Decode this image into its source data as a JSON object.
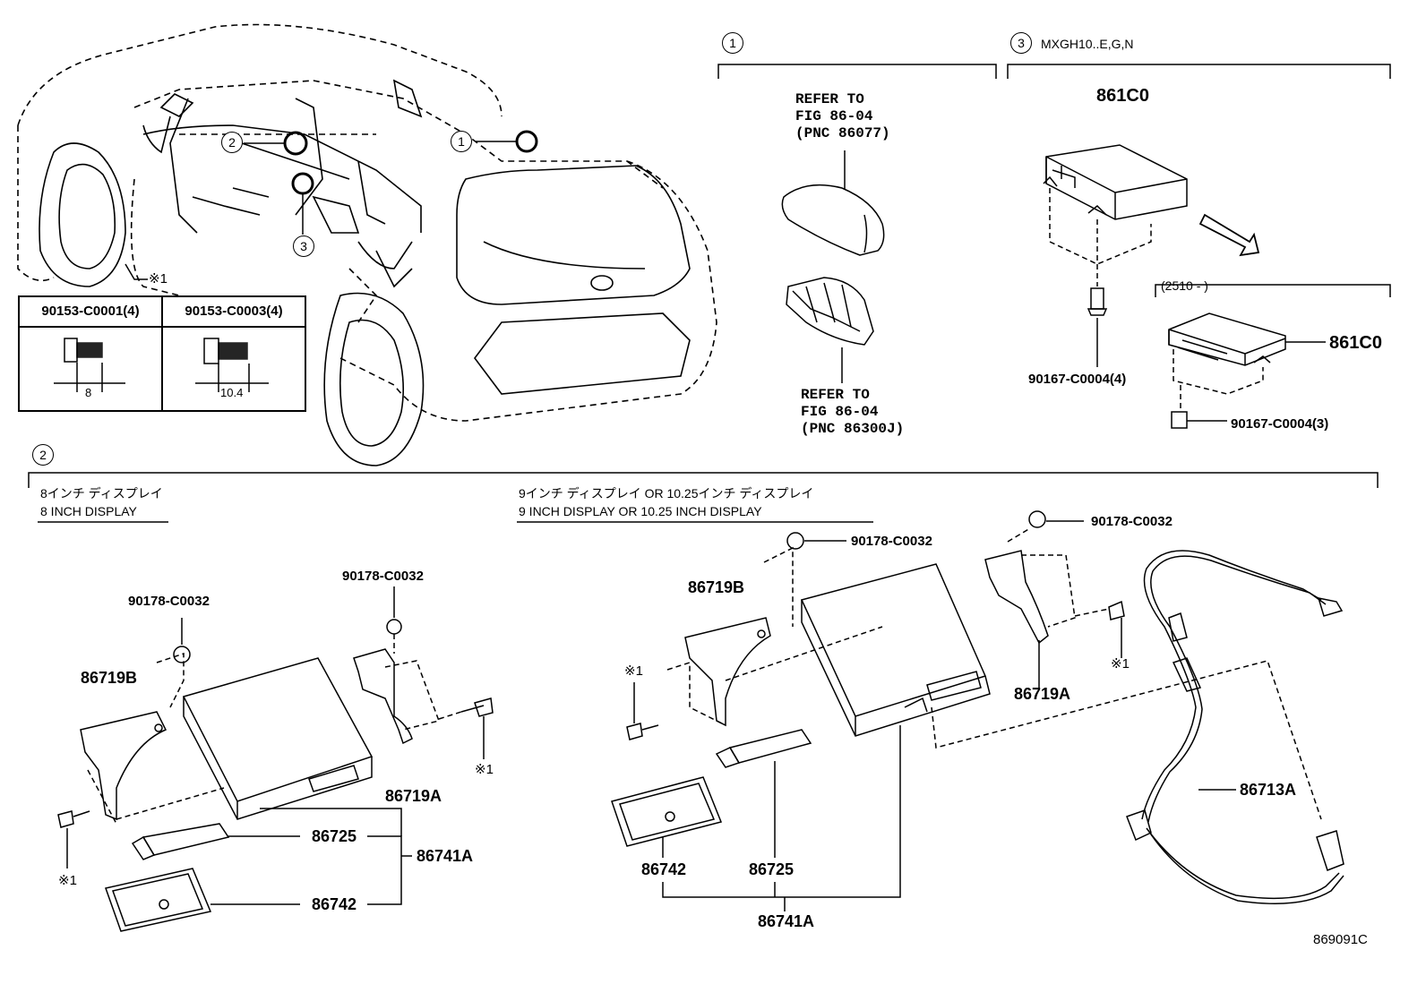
{
  "callouts": {
    "c1": "1",
    "c2": "2",
    "c3": "3"
  },
  "section1": {
    "refer_top": "REFER TO\nFIG 86-04\n(PNC 86077)",
    "refer_bottom": "REFER TO\nFIG 86-04\n(PNC 86300J)"
  },
  "section3": {
    "model": "MXGH10..E,G,N",
    "part_top": "861C0",
    "bolt_top": "90167-C0004(4)",
    "date_range": "(2510 -      )",
    "part_bottom": "861C0",
    "bolt_bottom": "90167-C0004(3)"
  },
  "bolt_table": {
    "col1_header": "90153-C0001(4)",
    "col1_dim": "8",
    "col2_header": "90153-C0003(4)",
    "col2_dim": "10.4",
    "note": "※1"
  },
  "section2_8inch": {
    "title_jp": "8インチ ディスプレイ",
    "title_en": "8 INCH DISPLAY",
    "nut_left": "90178-C0032",
    "nut_right": "90178-C0032",
    "bracket_left": "86719B",
    "bracket_right": "86719A",
    "note_right": "※1",
    "note_left": "※1",
    "part_86725": "86725",
    "part_86742": "86742",
    "part_86741A": "86741A"
  },
  "section2_9inch": {
    "title_jp": "9インチ ディスプレイ OR 10.25インチ ディスプレイ",
    "title_en": "9 INCH DISPLAY OR 10.25 INCH DISPLAY",
    "nut_center": "90178-C0032",
    "nut_right": "90178-C0032",
    "bracket_left": "86719B",
    "bracket_right": "86719A",
    "note_left": "※1",
    "note_right": "※1",
    "cable": "86713A",
    "part_86742": "86742",
    "part_86725": "86725",
    "part_86741A": "86741A"
  },
  "figure_code": "869091C"
}
